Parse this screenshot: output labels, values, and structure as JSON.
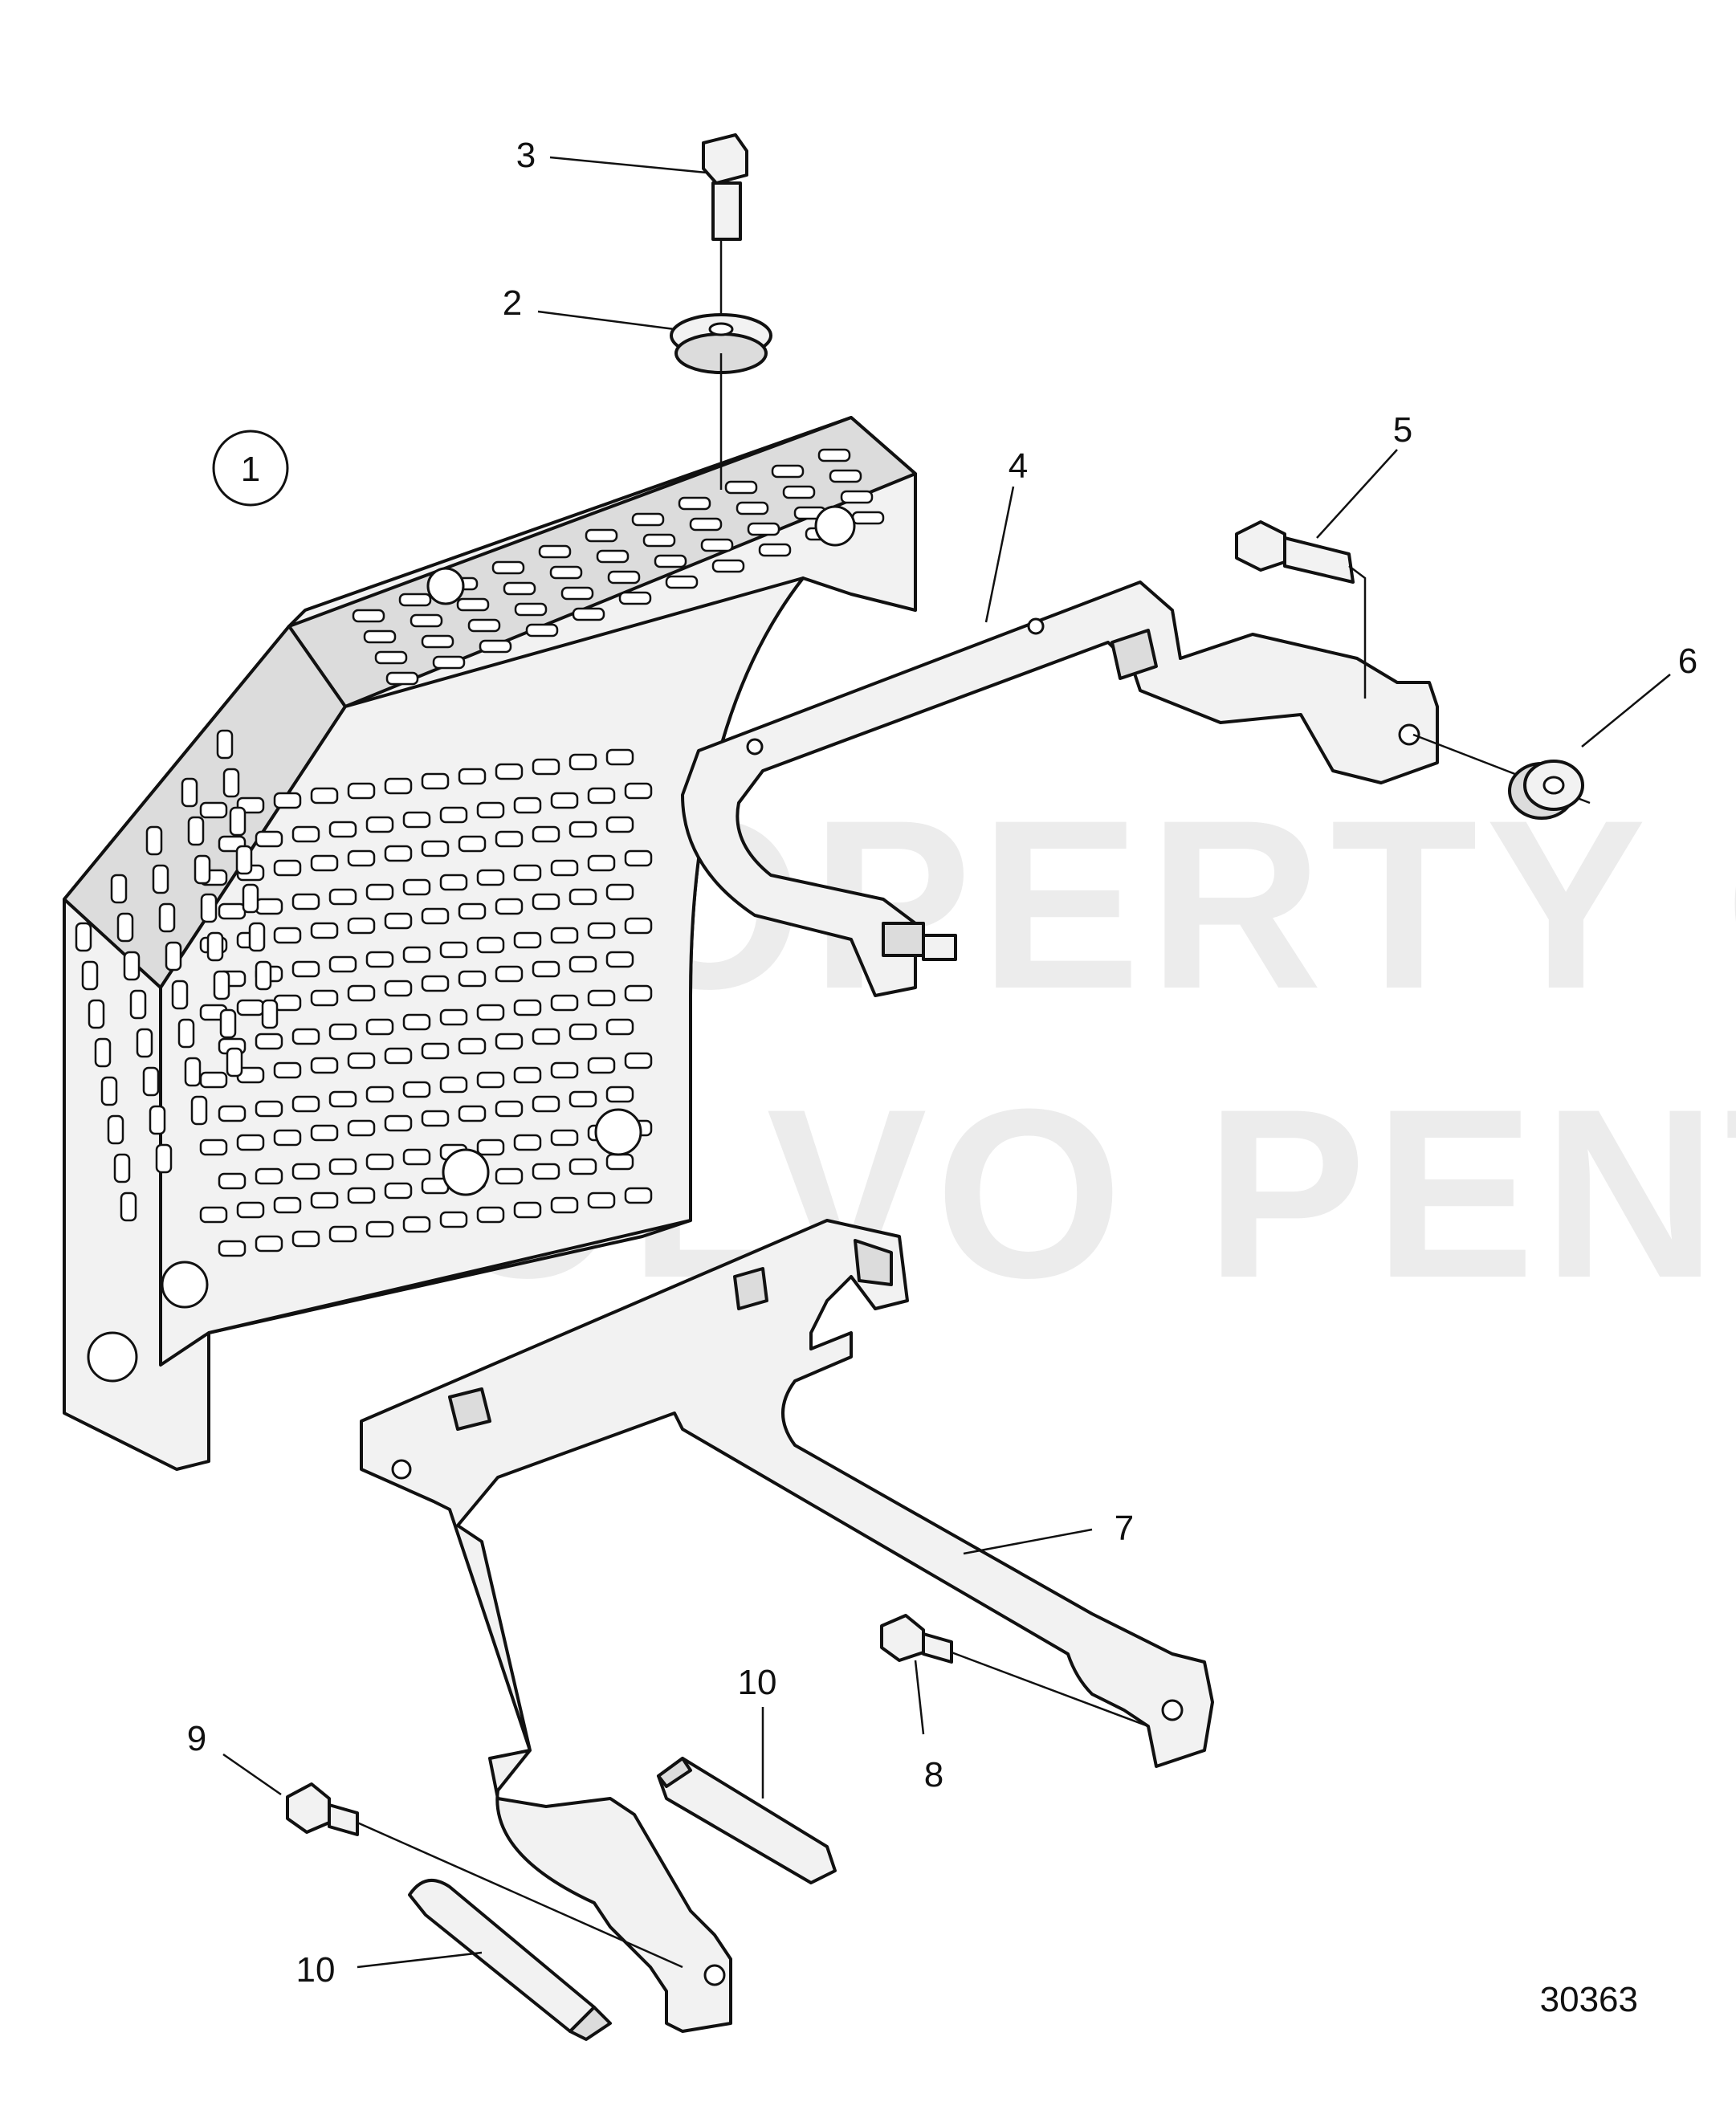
{
  "drawing_number": "30363",
  "watermark": {
    "line1": "PROPERTY OF",
    "line2": "VOLVO PENTA"
  },
  "callouts": [
    {
      "id": "c1",
      "label": "1",
      "circled": true
    },
    {
      "id": "c2",
      "label": "2"
    },
    {
      "id": "c3",
      "label": "3"
    },
    {
      "id": "c4",
      "label": "4"
    },
    {
      "id": "c5",
      "label": "5"
    },
    {
      "id": "c6",
      "label": "6"
    },
    {
      "id": "c7",
      "label": "7"
    },
    {
      "id": "c8",
      "label": "8"
    },
    {
      "id": "c9",
      "label": "9"
    },
    {
      "id": "c10a",
      "label": "10"
    },
    {
      "id": "c10b",
      "label": "10"
    }
  ],
  "colors": {
    "line": "#111111",
    "metal": "#f2f2f2",
    "shade": "#dcdcdc",
    "watermark": "#ececec"
  }
}
